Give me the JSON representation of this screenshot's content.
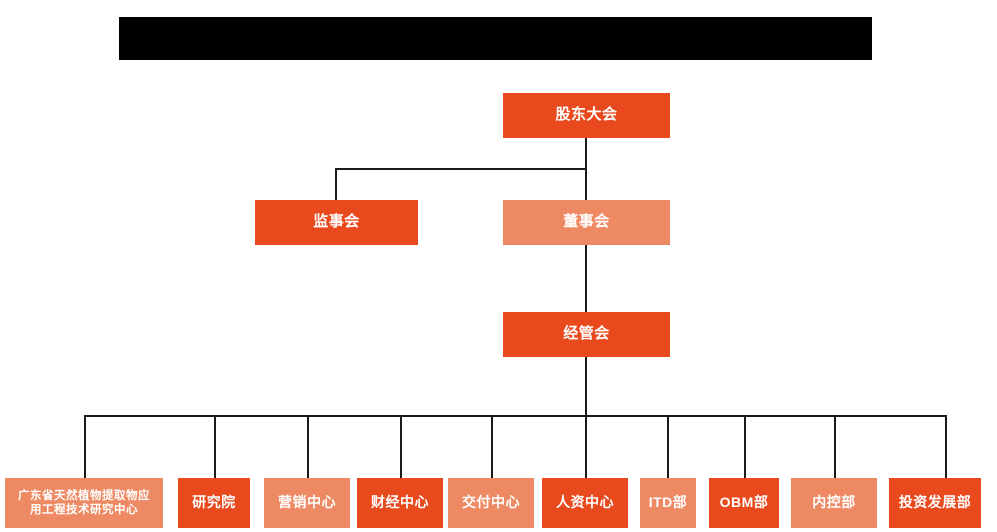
{
  "document": {
    "title_banner": {
      "label": "",
      "redacted": true,
      "color": "#000000"
    },
    "background_color": "#ffffff",
    "line_color": "#1a1a1a"
  },
  "palette": {
    "dark_orange": "#E8491D",
    "light_orange": "#EE8A63",
    "text_on_fill": "#ffffff"
  },
  "chart_data": {
    "type": "diagram",
    "diagram_kind": "organization-chart",
    "title": "",
    "orientation": "top-down",
    "levels": [
      {
        "level": 1,
        "nodes": [
          {
            "id": "shareholders",
            "label": "股东大会",
            "fill": "dark"
          }
        ]
      },
      {
        "level": 2,
        "nodes": [
          {
            "id": "supervisory",
            "label": "监事会",
            "fill": "dark"
          },
          {
            "id": "board",
            "label": "董事会",
            "fill": "light"
          }
        ]
      },
      {
        "level": 3,
        "nodes": [
          {
            "id": "management",
            "label": "经管会",
            "fill": "dark"
          }
        ]
      },
      {
        "level": 4,
        "nodes": [
          {
            "id": "gd-center",
            "label": "广东省天然植物提取物应用工程技术研究中心",
            "fill": "light"
          },
          {
            "id": "research-institute",
            "label": "研究院",
            "fill": "dark"
          },
          {
            "id": "marketing-center",
            "label": "营销中心",
            "fill": "light"
          },
          {
            "id": "finance-center",
            "label": "财经中心",
            "fill": "dark"
          },
          {
            "id": "delivery-center",
            "label": "交付中心",
            "fill": "light"
          },
          {
            "id": "hr-center",
            "label": "人资中心",
            "fill": "dark"
          },
          {
            "id": "itd-dept",
            "label": "ITD部",
            "fill": "light"
          },
          {
            "id": "obm-dept",
            "label": "OBM部",
            "fill": "dark"
          },
          {
            "id": "internal-control-dept",
            "label": "内控部",
            "fill": "light"
          },
          {
            "id": "investment-dev-dept",
            "label": "投资发展部",
            "fill": "dark"
          }
        ]
      }
    ],
    "edges": [
      {
        "from": "shareholders",
        "to": "supervisory"
      },
      {
        "from": "shareholders",
        "to": "board"
      },
      {
        "from": "board",
        "to": "management"
      },
      {
        "from": "management",
        "to": "gd-center"
      },
      {
        "from": "management",
        "to": "research-institute"
      },
      {
        "from": "management",
        "to": "marketing-center"
      },
      {
        "from": "management",
        "to": "finance-center"
      },
      {
        "from": "management",
        "to": "delivery-center"
      },
      {
        "from": "management",
        "to": "hr-center"
      },
      {
        "from": "management",
        "to": "itd-dept"
      },
      {
        "from": "management",
        "to": "obm-dept"
      },
      {
        "from": "management",
        "to": "internal-control-dept"
      },
      {
        "from": "management",
        "to": "investment-dev-dept"
      }
    ]
  },
  "nodes": {
    "shareholders": "股东大会",
    "supervisory": "监事会",
    "board": "董事会",
    "management": "经管会",
    "gd_center_line1": "广东省天然植物提取物应",
    "gd_center_line2": "用工程技术研究中心",
    "research_institute": "研究院",
    "marketing_center": "营销中心",
    "finance_center": "财经中心",
    "delivery_center": "交付中心",
    "hr_center": "人资中心",
    "itd_dept": "ITD部",
    "obm_dept": "OBM部",
    "internal_control_dept": "内控部",
    "investment_dev_dept": "投资发展部"
  }
}
